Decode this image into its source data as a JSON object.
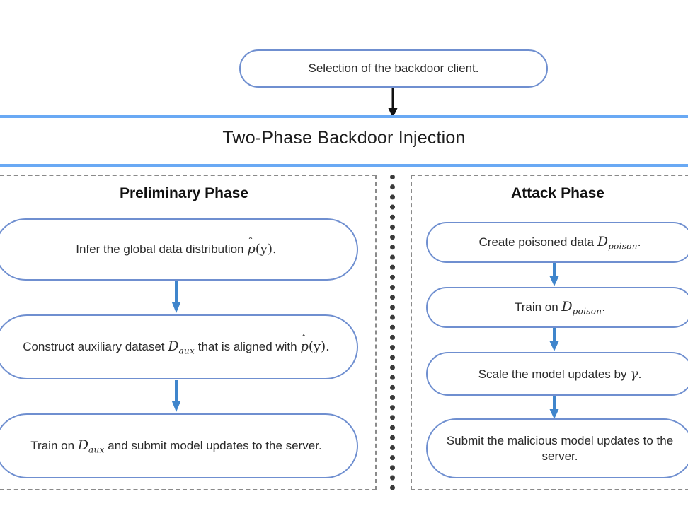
{
  "diagram": {
    "title": "Two-Phase Backdoor Injection",
    "entry": {
      "label": "Selection of the backdoor client."
    },
    "colors": {
      "box_border": "#6f8fd0",
      "banner_rule": "#69a9f4",
      "connector_arrow": "#3f85cc",
      "entry_arrow": "#111111",
      "panel_dash": "#8a8a8a",
      "divider_dot": "#3a3a3a",
      "background": "#ffffff"
    },
    "phases": [
      {
        "name": "preliminary",
        "heading": "Preliminary Phase",
        "steps": [
          {
            "id": "infer-distribution",
            "text": "Infer the global data distribution p̂(y).",
            "parts": [
              {
                "kind": "text",
                "value": "Infer the global data distribution "
              },
              {
                "kind": "math-hat",
                "value": "p"
              },
              {
                "kind": "math-up",
                "value": "(y)."
              }
            ]
          },
          {
            "id": "construct-auxiliary",
            "text": "Construct auxiliary dataset D_aux that is aligned with p̂(y).",
            "parts": [
              {
                "kind": "text",
                "value": "Construct auxiliary dataset "
              },
              {
                "kind": "math",
                "value": "D"
              },
              {
                "kind": "math-sub",
                "value": "aux"
              },
              {
                "kind": "text",
                "value": " that is aligned with "
              },
              {
                "kind": "math-hat",
                "value": "p"
              },
              {
                "kind": "math-up",
                "value": "(y)."
              }
            ]
          },
          {
            "id": "train-aux-submit",
            "text": "Train on D_aux and submit model updates to the server.",
            "parts": [
              {
                "kind": "text",
                "value": "Train on "
              },
              {
                "kind": "math",
                "value": "D"
              },
              {
                "kind": "math-sub",
                "value": "aux"
              },
              {
                "kind": "text",
                "value": " and submit model updates to the server."
              }
            ]
          }
        ]
      },
      {
        "name": "attack",
        "heading": "Attack Phase",
        "steps": [
          {
            "id": "create-poisoned-data",
            "text": "Create poisoned data D_poison.",
            "parts": [
              {
                "kind": "text",
                "value": "Create poisoned data "
              },
              {
                "kind": "math",
                "value": "D"
              },
              {
                "kind": "math-sub",
                "value": "poison"
              },
              {
                "kind": "text",
                "value": "."
              }
            ]
          },
          {
            "id": "train-on-poison",
            "text": "Train on D_poison.",
            "parts": [
              {
                "kind": "text",
                "value": "Train on "
              },
              {
                "kind": "math",
                "value": "D"
              },
              {
                "kind": "math-sub",
                "value": "poison"
              },
              {
                "kind": "text",
                "value": "."
              }
            ]
          },
          {
            "id": "scale-model-updates",
            "text": "Scale the model updates by γ.",
            "parts": [
              {
                "kind": "text",
                "value": "Scale the model updates by "
              },
              {
                "kind": "gamma",
                "value": "γ"
              },
              {
                "kind": "text",
                "value": "."
              }
            ]
          },
          {
            "id": "submit-malicious-updates",
            "text": "Submit the malicious model updates to the server.",
            "parts": [
              {
                "kind": "text",
                "value": "Submit the malicious model updates to the server."
              }
            ]
          }
        ]
      }
    ]
  }
}
